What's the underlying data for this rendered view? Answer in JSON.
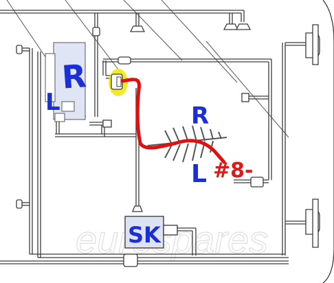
{
  "labels": {
    "top_r": "R",
    "top_l": "L",
    "mid_r": "R",
    "mid_l": "L",
    "part_number": "#8-",
    "sk_box": "SK"
  },
  "watermark": {
    "text": "eurospares"
  },
  "colors": {
    "background": "#ffffff",
    "line": "#3a3a3a",
    "handwriting_blue": "#1a2fd6",
    "handwriting_red": "#e01818",
    "highlight_yellow": "#f2ea1c",
    "red_wire": "#e01010",
    "box_fill": "#dde3f3",
    "watermark": "#e6e6e6"
  },
  "icons": [
    "connector-icon",
    "bulb-socket-icon",
    "lamp-icon"
  ]
}
